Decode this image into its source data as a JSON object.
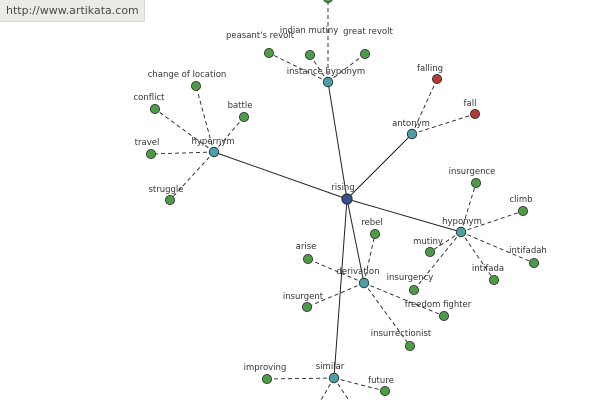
{
  "source_url": "http://www.artikata.com",
  "colors": {
    "center_node": "#3a4d8c",
    "relation_node": "#4f9ea6",
    "leaf_node": "#4e9a4a",
    "antonym_leaf_node": "#b43a3a",
    "solid_edge": "#222222",
    "dashed_edge": "#222222"
  },
  "center": {
    "id": "rising",
    "label": "rising"
  },
  "relations": [
    {
      "id": "instance_hyponym",
      "label": "instance hyponym",
      "leaves": [
        {
          "id": "peasants_revolt",
          "label": "peasant's revolt",
          "kind": "leaf"
        },
        {
          "id": "indian_mutiny",
          "label": "indian mutiny",
          "kind": "leaf"
        },
        {
          "id": "great_revolt",
          "label": "great revolt",
          "kind": "leaf"
        },
        {
          "id": "top_unlabeled",
          "label": "",
          "kind": "leaf"
        }
      ]
    },
    {
      "id": "antonym",
      "label": "antonym",
      "leaves": [
        {
          "id": "falling",
          "label": "falling",
          "kind": "antonym"
        },
        {
          "id": "fall",
          "label": "fall",
          "kind": "antonym"
        }
      ]
    },
    {
      "id": "hypernym",
      "label": "hypernym",
      "leaves": [
        {
          "id": "change_of_location",
          "label": "change of location",
          "kind": "leaf"
        },
        {
          "id": "conflict",
          "label": "conflict",
          "kind": "leaf"
        },
        {
          "id": "battle",
          "label": "battle",
          "kind": "leaf"
        },
        {
          "id": "travel",
          "label": "travel",
          "kind": "leaf"
        },
        {
          "id": "struggle",
          "label": "struggle",
          "kind": "leaf"
        }
      ]
    },
    {
      "id": "hyponym",
      "label": "hyponym",
      "leaves": [
        {
          "id": "insurgence",
          "label": "insurgence",
          "kind": "leaf"
        },
        {
          "id": "climb",
          "label": "climb",
          "kind": "leaf"
        },
        {
          "id": "mutiny",
          "label": "mutiny",
          "kind": "leaf"
        },
        {
          "id": "intifadah",
          "label": "intifadah",
          "kind": "leaf"
        },
        {
          "id": "intifada",
          "label": "intifada",
          "kind": "leaf"
        },
        {
          "id": "insurgency_h",
          "label": "insurgency",
          "kind": "leaf"
        }
      ]
    },
    {
      "id": "derivation",
      "label": "derivation",
      "leaves": [
        {
          "id": "rebel",
          "label": "rebel",
          "kind": "leaf"
        },
        {
          "id": "arise",
          "label": "arise",
          "kind": "leaf"
        },
        {
          "id": "insurgent",
          "label": "insurgent",
          "kind": "leaf"
        },
        {
          "id": "freedom_fighter",
          "label": "freedom fighter",
          "kind": "leaf"
        },
        {
          "id": "insurrectionist",
          "label": "insurrectionist",
          "kind": "leaf"
        }
      ]
    },
    {
      "id": "similar",
      "label": "similar",
      "leaves": [
        {
          "id": "improving",
          "label": "improving",
          "kind": "leaf"
        },
        {
          "id": "future",
          "label": "future",
          "kind": "leaf"
        },
        {
          "id": "similar_offscreen_1",
          "label": "",
          "kind": "offscreen"
        },
        {
          "id": "similar_offscreen_2",
          "label": "",
          "kind": "offscreen"
        }
      ]
    }
  ]
}
